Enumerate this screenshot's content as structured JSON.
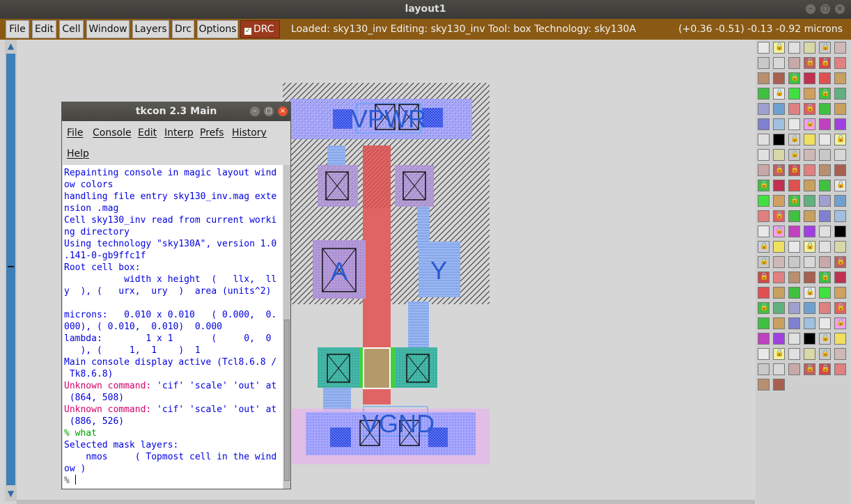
{
  "window": {
    "title": "layout1"
  },
  "menus": [
    "File",
    "Edit",
    "Cell",
    "Window",
    "Layers",
    "Drc",
    "Options"
  ],
  "drc_label": "DRC",
  "status": "Loaded: sky130_inv Editing: sky130_inv Tool: box  Technology: sky130A",
  "coords": "(+0.36 -0.51) -0.13 -0.92 microns",
  "layout": {
    "labels": {
      "top": "VPWR",
      "bottom": "VGND",
      "input": "A",
      "output": "Y"
    }
  },
  "tkcon": {
    "title": "tkcon 2.3 Main",
    "menus": [
      "File",
      "Console",
      "Edit",
      "Interp",
      "Prefs",
      "History",
      "Help"
    ],
    "lines": [
      {
        "text": "Repainting console in magic layout wind",
        "color": "blue"
      },
      {
        "text": "ow colors",
        "color": "blue"
      },
      {
        "text": "handling file entry sky130_inv.mag exte",
        "color": "blue"
      },
      {
        "text": "nsion .mag",
        "color": "blue"
      },
      {
        "text": "Cell sky130_inv read from current worki",
        "color": "blue"
      },
      {
        "text": "ng directory",
        "color": "blue"
      },
      {
        "text": "Using technology \"sky130A\", version 1.0",
        "color": "blue"
      },
      {
        "text": ".141-0-gb9ffc1f",
        "color": "blue"
      },
      {
        "text": "Root cell box:",
        "color": "blue"
      },
      {
        "text": "           width x height  (   llx,  ll",
        "color": "blue"
      },
      {
        "text": "y  ), (   urx,  ury  )  area (units^2)",
        "color": "blue"
      },
      {
        "text": "",
        "color": "blue"
      },
      {
        "text": "microns:   0.010 x 0.010   ( 0.000,  0.",
        "color": "blue"
      },
      {
        "text": "000), ( 0.010,  0.010)  0.000",
        "color": "blue"
      },
      {
        "text": "lambda:        1 x 1       (     0,  0",
        "color": "blue"
      },
      {
        "text": "   ), (     1,  1    )  1",
        "color": "blue"
      },
      {
        "text": "Main console display active (Tcl8.6.8 /",
        "color": "blue"
      },
      {
        "text": " Tk8.6.8)",
        "color": "blue"
      },
      {
        "text": "Unknown command:",
        "color": "magenta",
        "rest": " 'cif' 'scale' 'out' at"
      },
      {
        "text": " (864, 508)",
        "color": "blue"
      },
      {
        "text": "Unknown command:",
        "color": "magenta",
        "rest": " 'cif' 'scale' 'out' at"
      },
      {
        "text": " (886, 526)",
        "color": "blue"
      },
      {
        "text": "% what",
        "color": "green"
      },
      {
        "text": "Selected mask layers:",
        "color": "blue"
      },
      {
        "text": "    nmos     ( Topmost cell in the wind",
        "color": "blue"
      },
      {
        "text": "ow )",
        "color": "blue"
      },
      {
        "text": "% ",
        "color": "gray"
      }
    ]
  },
  "colors": {
    "menubar": "#8a5a14",
    "drc_bg": "#9b3a1c",
    "console_text": "#0000e0",
    "console_error": "#d4006a",
    "console_cmd": "#00a000",
    "poly": "#e06464",
    "metal1": "#a0a0ff",
    "diffusion": "#40c0a0"
  }
}
